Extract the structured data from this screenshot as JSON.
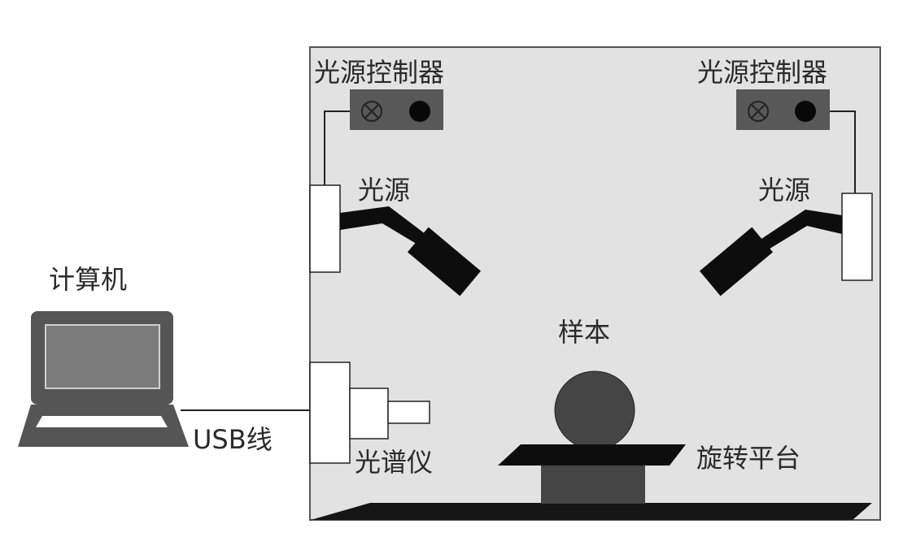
{
  "labels": {
    "controller_left": "光源控制器",
    "controller_right": "光源控制器",
    "light_left": "光源",
    "light_right": "光源",
    "computer": "计算机",
    "usb": "USB线",
    "spectrometer": "光谱仪",
    "sample": "样本",
    "platform": "旋转平台"
  },
  "colors": {
    "chamber": "#e2e2e2",
    "controller": "#585858",
    "dark": "#111111",
    "sample": "#454545"
  }
}
